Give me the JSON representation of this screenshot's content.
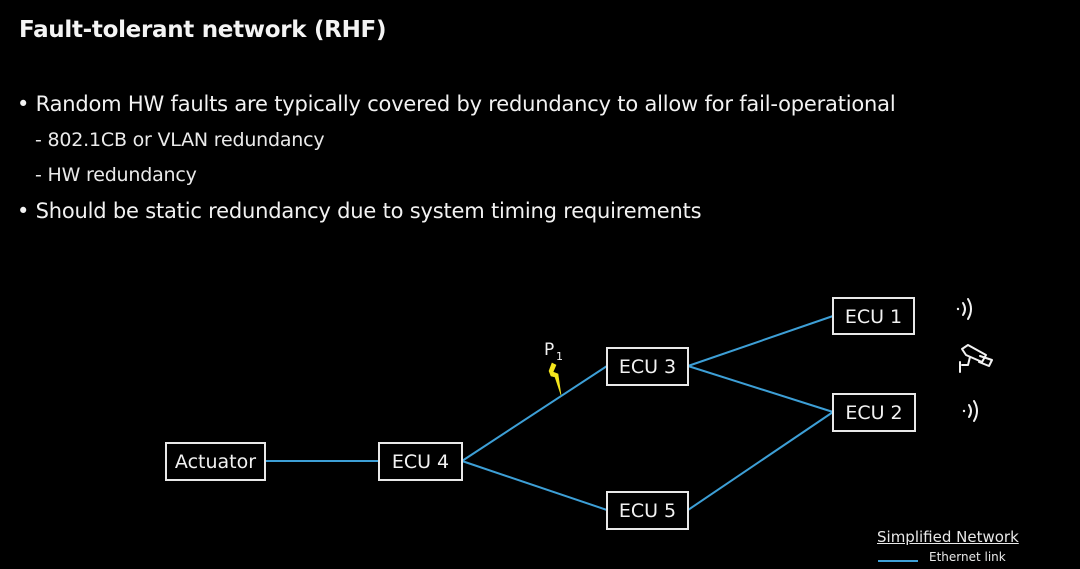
{
  "slide": {
    "title": "Fault-tolerant network (RHF)",
    "bullets": [
      {
        "text": "• Random HW faults are typically covered by redundancy to allow for fail-operational",
        "subitems": [
          "- 802.1CB or VLAN redundancy",
          "- HW redundancy"
        ]
      },
      {
        "text": "• Should be static redundancy due to system timing requirements",
        "subitems": []
      }
    ]
  },
  "diagram": {
    "nodes": {
      "actuator": "Actuator",
      "ecu1": "ECU 1",
      "ecu2": "ECU 2",
      "ecu3": "ECU 3",
      "ecu4": "ECU 4",
      "ecu5": "ECU 5"
    },
    "links": [
      [
        "actuator",
        "ecu4"
      ],
      [
        "ecu4",
        "ecu3"
      ],
      [
        "ecu4",
        "ecu5"
      ],
      [
        "ecu3",
        "ecu1"
      ],
      [
        "ecu3",
        "ecu2"
      ],
      [
        "ecu5",
        "ecu2"
      ]
    ],
    "fault_point": {
      "label": "P",
      "subscript": "1",
      "icon": "lightning-bolt-icon",
      "color": "#f5e61c"
    },
    "sensor_icons": [
      "radar-waves-icon",
      "camera-icon",
      "radar-waves-icon"
    ],
    "link_color": "#3d9fd6"
  },
  "legend": {
    "title": "Simplified Network",
    "items": [
      {
        "label": "Ethernet link",
        "color": "#3d9fd6"
      }
    ]
  }
}
